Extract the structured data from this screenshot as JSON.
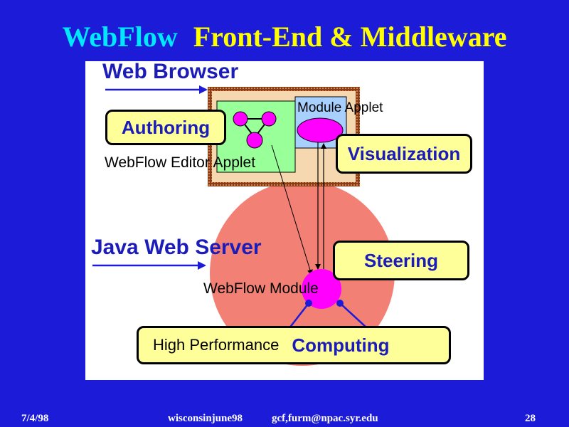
{
  "title": {
    "part1": "WebFlow",
    "part2": "Front-End & Middleware"
  },
  "diagram": {
    "web_browser": "Web Browser",
    "authoring": "Authoring",
    "module_applet": "Module Applet",
    "visualization": "Visualization",
    "editor_applet": "WebFlow Editor Applet",
    "java_web_server": "Java Web Server",
    "steering": "Steering",
    "webflow_module": "WebFlow Module",
    "high_performance": "High Performance",
    "computing": "Computing"
  },
  "colors": {
    "background": "#1c1cd8",
    "title_cyan": "#00e8ff",
    "title_yellow": "#ffff00",
    "label_blue": "#1c1cb8",
    "box_yellow": "#ffff99",
    "server_circle": "#f28074",
    "module_magenta": "#ff00ff",
    "applet_frame": "#f5d8b0",
    "applet_border": "#8b3a1a",
    "editor_green": "#99ff99",
    "module_applet_blue": "#a8d0ff"
  },
  "footer": {
    "date": "7/4/98",
    "source": "wisconsinjune98",
    "email": "gcf,furm@npac.syr.edu",
    "page": "28"
  }
}
